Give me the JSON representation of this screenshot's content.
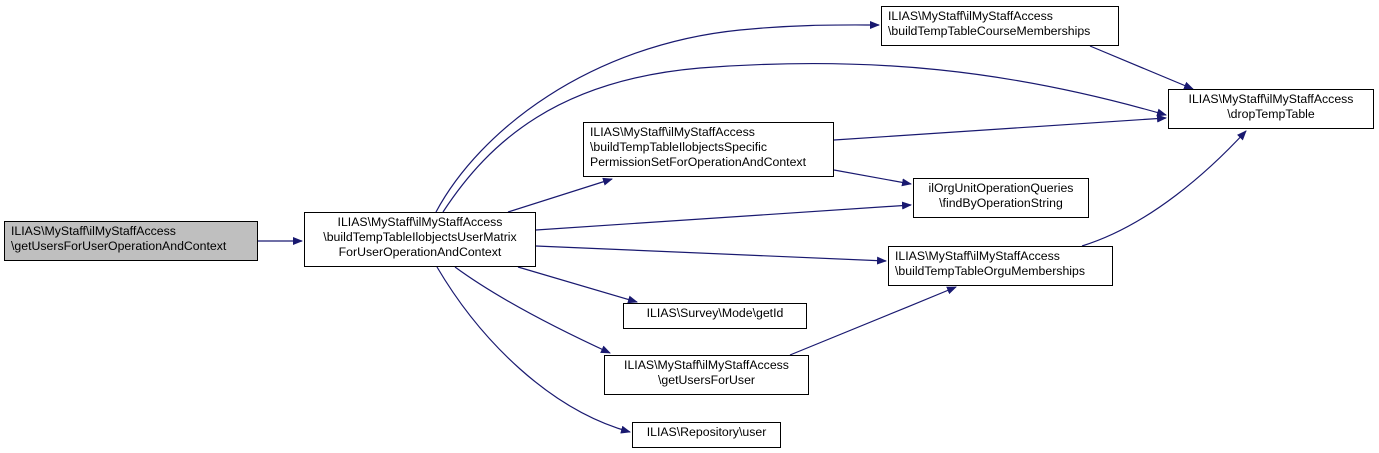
{
  "diagram": {
    "type": "call-graph",
    "edge_color": "#191970",
    "nodes": [
      {
        "id": "n0",
        "lines": [
          "ILIAS\\MyStaff\\ilMyStaffAccess",
          "\\getUsersForUserOperationAndContext"
        ],
        "highlighted": true
      },
      {
        "id": "n1",
        "lines": [
          "ILIAS\\MyStaff\\ilMyStaffAccess",
          "\\buildTempTableIlobjectsUserMatrix",
          "ForUserOperationAndContext"
        ]
      },
      {
        "id": "n2",
        "lines": [
          "ILIAS\\MyStaff\\ilMyStaffAccess",
          "\\buildTempTableCourseMemberships"
        ]
      },
      {
        "id": "n3",
        "lines": [
          "ILIAS\\MyStaff\\ilMyStaffAccess",
          "\\dropTempTable"
        ]
      },
      {
        "id": "n4",
        "lines": [
          "ILIAS\\MyStaff\\ilMyStaffAccess",
          "\\buildTempTableIlobjectsSpecific",
          "PermissionSetForOperationAndContext"
        ]
      },
      {
        "id": "n5",
        "lines": [
          "ilOrgUnitOperationQueries",
          "\\findByOperationString"
        ]
      },
      {
        "id": "n6",
        "lines": [
          "ILIAS\\MyStaff\\ilMyStaffAccess",
          "\\buildTempTableOrguMemberships"
        ]
      },
      {
        "id": "n7",
        "lines": [
          "ILIAS\\Survey\\Mode\\getId"
        ]
      },
      {
        "id": "n8",
        "lines": [
          "ILIAS\\MyStaff\\ilMyStaffAccess",
          "\\getUsersForUser"
        ]
      },
      {
        "id": "n9",
        "lines": [
          "ILIAS\\Repository\\user"
        ]
      }
    ],
    "edges": [
      {
        "from": "n0",
        "to": "n1"
      },
      {
        "from": "n1",
        "to": "n2"
      },
      {
        "from": "n1",
        "to": "n3"
      },
      {
        "from": "n1",
        "to": "n4"
      },
      {
        "from": "n1",
        "to": "n5"
      },
      {
        "from": "n1",
        "to": "n6"
      },
      {
        "from": "n1",
        "to": "n7"
      },
      {
        "from": "n1",
        "to": "n8"
      },
      {
        "from": "n1",
        "to": "n9"
      },
      {
        "from": "n2",
        "to": "n3"
      },
      {
        "from": "n4",
        "to": "n3"
      },
      {
        "from": "n4",
        "to": "n5"
      },
      {
        "from": "n6",
        "to": "n3"
      },
      {
        "from": "n8",
        "to": "n6"
      }
    ]
  }
}
